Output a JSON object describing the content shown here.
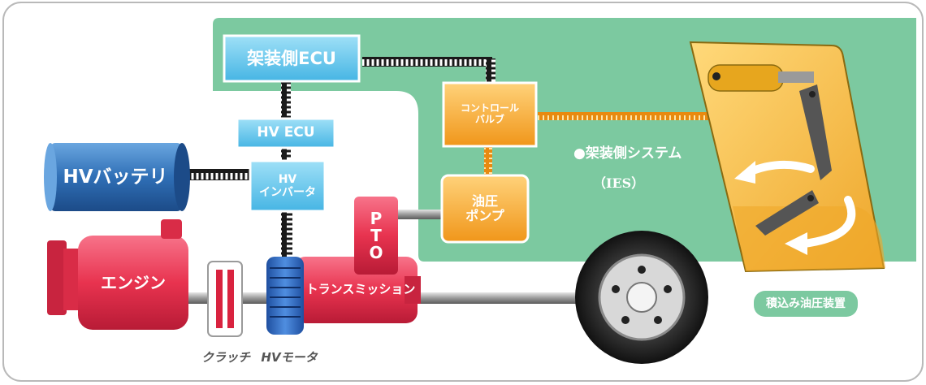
{
  "boxes": {
    "body_ecu": "架装側ECU",
    "hv_ecu": "HV ECU",
    "hv_inverter": "HV\nインバータ",
    "control_valve": "コントロール\nバルブ",
    "hydraulic_pump": "油圧\nポンプ",
    "pto": "P\nT\nO",
    "hv_battery": "HVバッテリ",
    "engine": "エンジン",
    "transmission": "トランスミッション"
  },
  "labels": {
    "body_system": "●架装側システム",
    "ies": "（IES）",
    "loading_equipment": "積込み油圧装置",
    "clutch": "クラッチ",
    "hv_motor": "HVモータ"
  },
  "colors": {
    "green_panel": "#7cc9a0",
    "ecu_blue": "#6fc8ec",
    "orange": "#f7ab2e",
    "red": "#e8334f",
    "battery_blue": "#2f6fb6",
    "loader_panel": "#f5bd3c"
  }
}
